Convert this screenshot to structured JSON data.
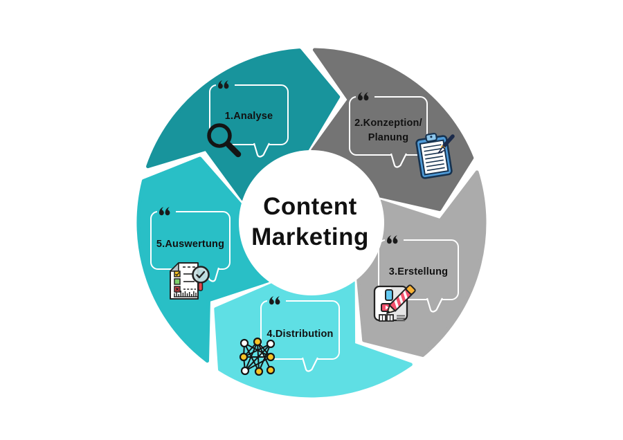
{
  "background_color": "#ffffff",
  "center": {
    "title_line1": "Content",
    "title_line2": "Marketing",
    "text_color": "#111111",
    "circle_color": "#ffffff"
  },
  "bubble_border_color": "#ffffff",
  "label_color": "#111111",
  "quote_icon": "opening-double-quote-icon",
  "segments": [
    {
      "id": "analyse",
      "label_lines": [
        "1.Analyse"
      ],
      "color": "#18949c",
      "icon": "magnifier-icon"
    },
    {
      "id": "konzeption-planung",
      "label_lines": [
        "2.Konzeption/",
        "Planung"
      ],
      "color": "#747474",
      "icon": "clipboard-pen-icon"
    },
    {
      "id": "erstellung",
      "label_lines": [
        "3.Erstellung"
      ],
      "color": "#ababab",
      "icon": "content-pencil-icon"
    },
    {
      "id": "distribution",
      "label_lines": [
        "4.Distribution"
      ],
      "color": "#5fdfe4",
      "icon": "network-icon"
    },
    {
      "id": "auswertung",
      "label_lines": [
        "5.Auswertung"
      ],
      "color": "#29bfc6",
      "icon": "report-check-icon"
    }
  ],
  "icon_colors": {
    "outline_dark": "#141414",
    "clipboard_blue": "#4f9bd8",
    "clipboard_light_blue": "#8ec7ec",
    "clipboard_navy": "#16324f",
    "pen_navy": "#1b2a4a",
    "accent_yellow": "#f9b234",
    "node_yellow": "#f7c325",
    "accent_red": "#f4516c",
    "check_red": "#e8474b",
    "check_green": "#7ed06a",
    "phone_blue": "#63c9f2",
    "glass_tint": "#c7dde0",
    "fold_gray": "#b9c4c8",
    "card_shade": "#e6e6e6"
  }
}
